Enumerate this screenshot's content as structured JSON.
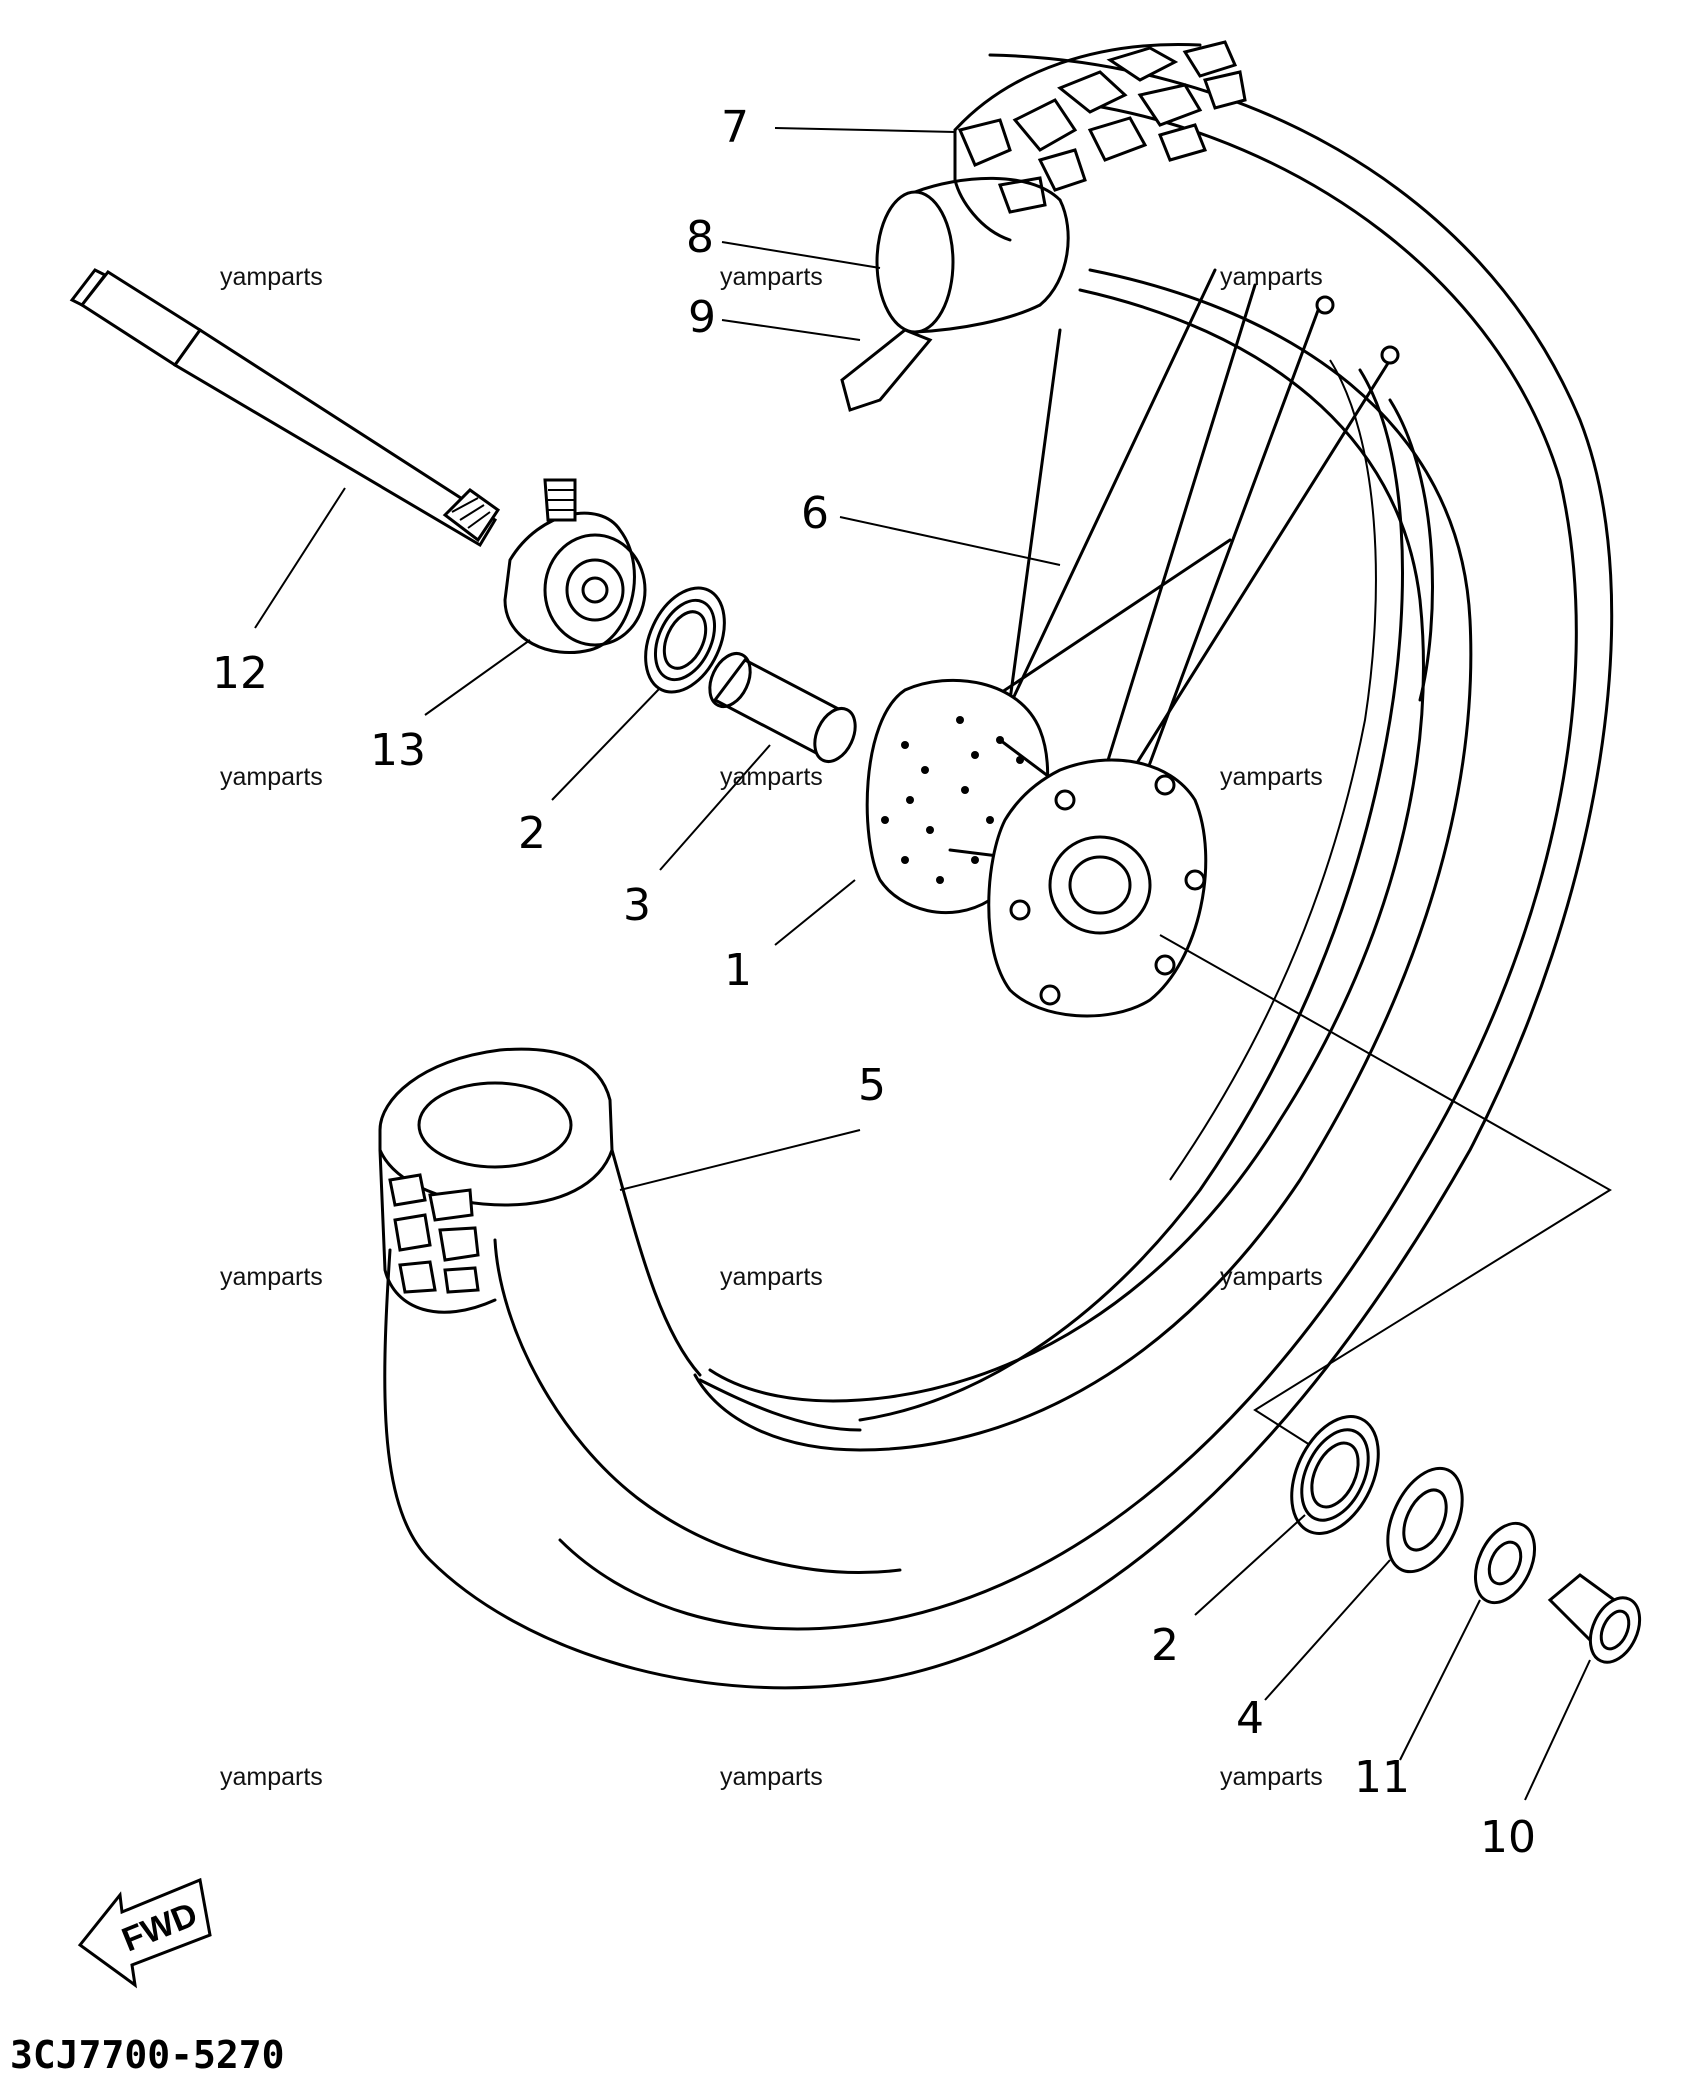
{
  "parts": [
    {
      "ref": "7"
    },
    {
      "ref": "8"
    },
    {
      "ref": "9"
    },
    {
      "ref": "6"
    },
    {
      "ref": "12"
    },
    {
      "ref": "13"
    },
    {
      "ref": "2"
    },
    {
      "ref": "3"
    },
    {
      "ref": "1"
    },
    {
      "ref": "5"
    },
    {
      "ref": "2"
    },
    {
      "ref": "4"
    },
    {
      "ref": "11"
    },
    {
      "ref": "10"
    }
  ],
  "watermark": "yamparts",
  "diagram_code": "3CJ7700-5270",
  "fwd_label": "FWD",
  "colors": {
    "ink": "#000000",
    "paper": "#ffffff"
  }
}
